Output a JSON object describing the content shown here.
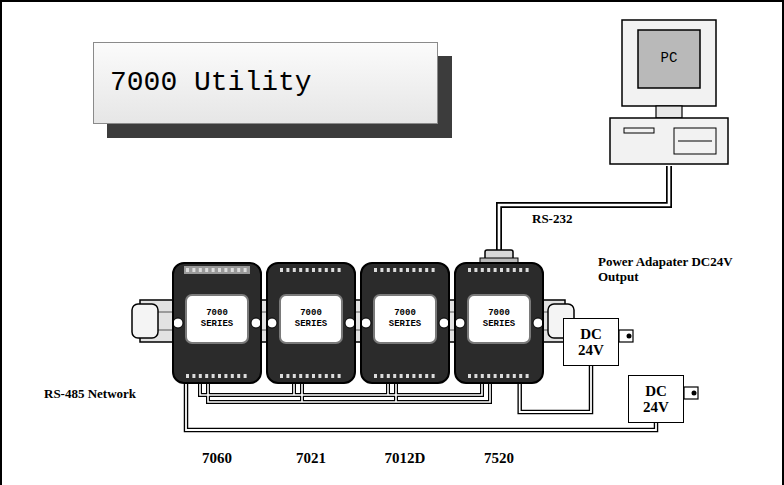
{
  "diagram": {
    "nodes": [
      {
        "text": [
          "7000 Utility"
        ]
      },
      {
        "text": [
          "PC"
        ]
      },
      {
        "text": [
          "7000 SERIES"
        ]
      },
      {
        "text": [
          "7000 SERIES"
        ]
      },
      {
        "text": [
          "7000 SERIES"
        ]
      },
      {
        "text": [
          "7000 SERIES"
        ]
      },
      {
        "text": [
          "DC 24V"
        ]
      },
      {
        "text": [
          "DC 24V"
        ]
      }
    ],
    "edges": [
      {
        "from": 1,
        "to": 5,
        "arrow": "none",
        "label": "RS-232"
      },
      {
        "from": 6,
        "to": 5,
        "arrow": "none"
      },
      {
        "from": 7,
        "to": 2,
        "arrow": "none"
      }
    ],
    "labels": [
      "Power Adapater DC24V Output",
      "RS-485 Network",
      "7060",
      "7021",
      "7012D",
      "7520"
    ]
  }
}
